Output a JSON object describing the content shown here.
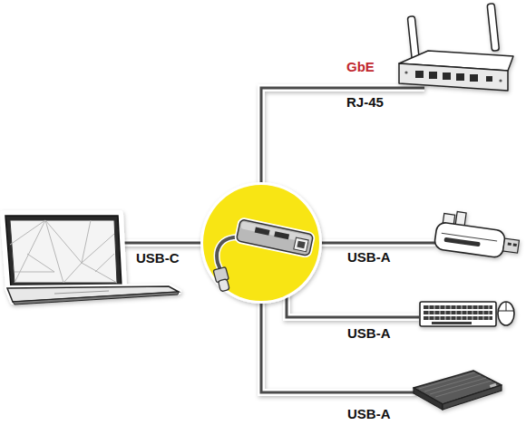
{
  "diagram": {
    "labels": [
      "GbE",
      "RJ-45",
      "USB-C",
      "USB-A",
      "USB-A",
      "USB-A"
    ]
  }
}
